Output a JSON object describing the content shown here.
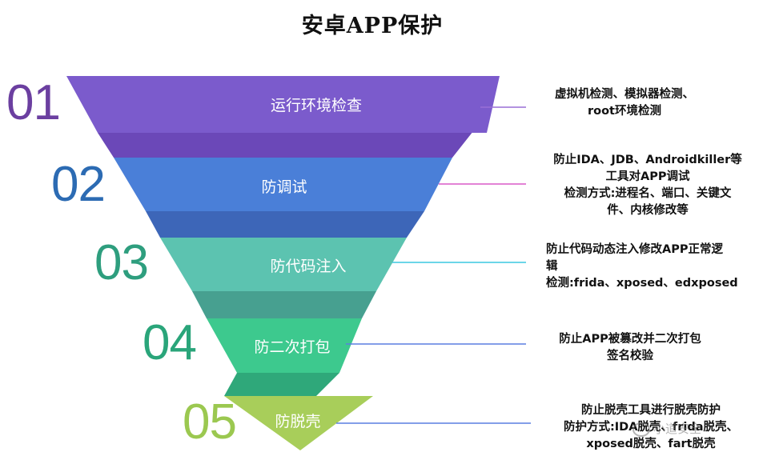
{
  "title": "安卓APP保护",
  "stages": [
    {
      "number": "01",
      "label": "运行环境检查",
      "color": "#7B5BCC",
      "number_color": "#6B3FA0",
      "connector_color": "#9A6FD6",
      "description": [
        "虚拟机检测、模拟器检测、",
        "root环境检测"
      ],
      "align": "center"
    },
    {
      "number": "02",
      "label": "防调试",
      "color": "#4A7FD8",
      "number_color": "#2C6BB3",
      "connector_color": "#D958C8",
      "description": [
        "防止IDA、JDB、Androidkiller等",
        "工具对APP调试",
        "检测方式:进程名、端口、关键文",
        "件、内核修改等"
      ],
      "align": "center"
    },
    {
      "number": "03",
      "label": "防代码注入",
      "color": "#5CC3B0",
      "number_color": "#2E9E7E",
      "connector_color": "#3CC8E0",
      "description": [
        "防止代码动态注入修改APP正常逻",
        "辑",
        "检测:frida、xposed、edxposed"
      ],
      "align": "left"
    },
    {
      "number": "04",
      "label": "防二次打包",
      "color": "#3DC98E",
      "number_color": "#2AA57A",
      "connector_color": "#5A7FE0",
      "description": [
        "防止APP被篡改并二次打包",
        "签名校验"
      ],
      "align": "center"
    },
    {
      "number": "05",
      "label": "防脱壳",
      "color": "#A8CE5A",
      "number_color": "#9BC850",
      "connector_color": "#5A7FE0",
      "description": [
        "防止脱壳工具进行脱壳防护",
        "防护方式:IDA脱壳、frida脱壳、",
        "xposed脱壳、fart脱壳"
      ],
      "align": "center"
    }
  ],
  "band_colors": [
    "#6B48B8",
    "#3D66B8",
    "#47A090",
    "#2FA87A"
  ],
  "watermark": "小道安全"
}
